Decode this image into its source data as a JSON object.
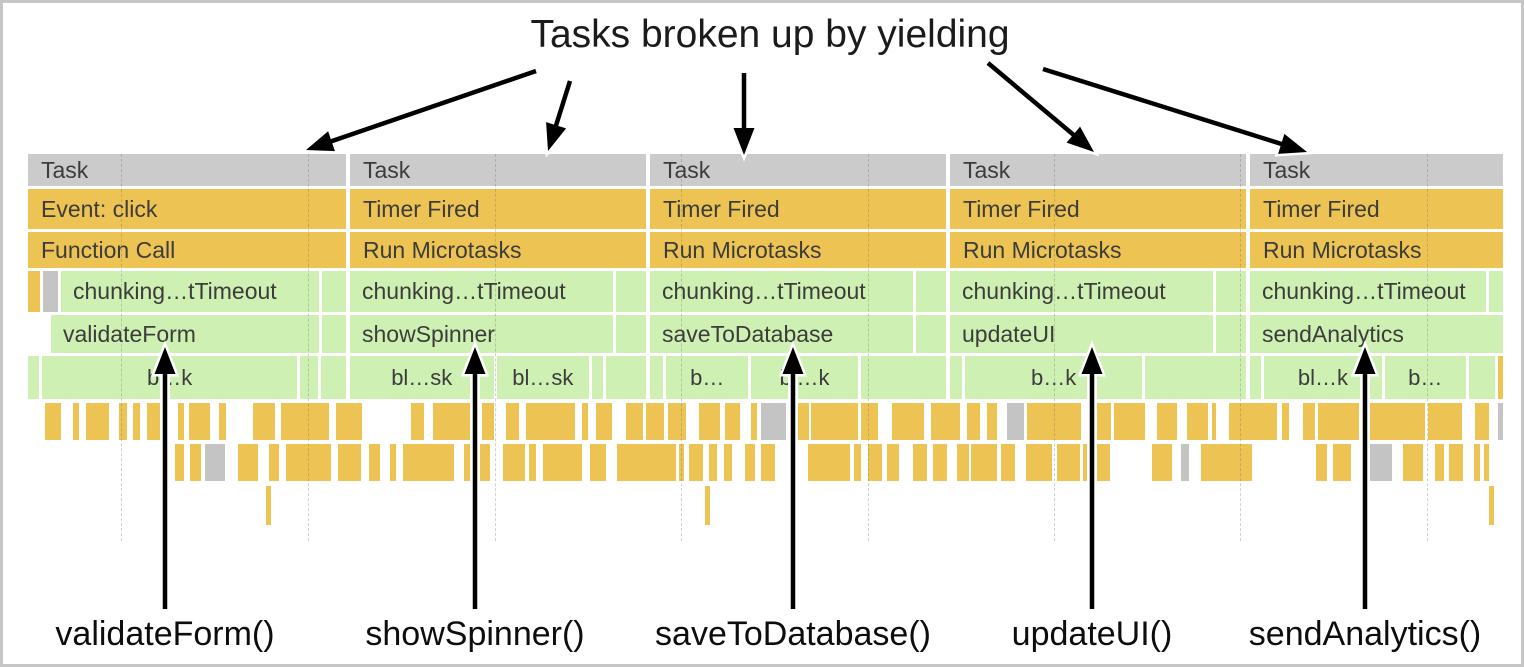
{
  "title": "Tasks broken up by yielding",
  "colors": {
    "task_gray": "#cbcbcb",
    "script_orange": "#edc453",
    "script_green": "#cff0b3",
    "bar_text": "#3c3c3c",
    "arrow_black": "#000000",
    "background": "#ffffff",
    "frame_border": "#c6c6c6",
    "gridline": "#bdbdbd"
  },
  "flame": {
    "columns": [
      {
        "task": "Task",
        "event": "Event: click",
        "call": "Function Call",
        "chunk": "chunking…tTimeout",
        "fn": "validateForm",
        "sub": [
          {
            "label": "",
            "w": 3.5
          },
          {
            "label": "b…k",
            "w": 80
          },
          {
            "label": "",
            "w": 5.5
          },
          {
            "label": "",
            "w": 8
          }
        ]
      },
      {
        "task": "Task",
        "event": "Timer Fired",
        "call": "Run Microtasks",
        "chunk": "chunking…tTimeout",
        "fn": "showSpinner",
        "sub": [
          {
            "label": "bl…sk",
            "w": 48
          },
          {
            "label": "bl…sk",
            "w": 31
          },
          {
            "label": "",
            "w": 3.5
          },
          {
            "label": "",
            "w": 13.5
          }
        ]
      },
      {
        "task": "Task",
        "event": "Timer Fired",
        "call": "Run Microtasks",
        "chunk": "chunking…tTimeout",
        "fn": "saveToDatabase",
        "sub": [
          {
            "label": "",
            "w": 4.4
          },
          {
            "label": "b…",
            "w": 28
          },
          {
            "label": "bl…k",
            "w": 36
          },
          {
            "label": "",
            "w": 29
          }
        ]
      },
      {
        "task": "Task",
        "event": "Timer Fired",
        "call": "Run Microtasks",
        "chunk": "chunking…tTimeout",
        "fn": "updateUI",
        "sub": [
          {
            "label": "",
            "w": 4
          },
          {
            "label": "b…k",
            "w": 60
          },
          {
            "label": "",
            "w": 34
          }
        ]
      },
      {
        "task": "Task",
        "event": "Timer Fired",
        "call": "Run Microtasks",
        "chunk": "chunking…tTimeout",
        "fn": "sendAnalytics",
        "sub": [
          {
            "label": "",
            "w": 4.3
          },
          {
            "label": "bl…k",
            "w": 45
          },
          {
            "label": "b…",
            "w": 31
          },
          {
            "label": "",
            "w": 10
          },
          {
            "label": "",
            "w": 2,
            "orange": true
          }
        ]
      }
    ]
  },
  "callouts": [
    "validateForm()",
    "showSpinner()",
    "saveToDatabase()",
    "updateUI()",
    "sendAnalytics()"
  ]
}
